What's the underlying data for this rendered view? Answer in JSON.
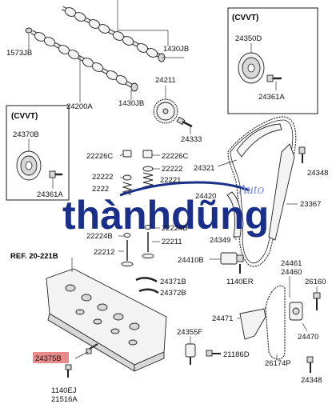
{
  "cvvt_labels": [
    "(CVVT)",
    "(CVVT)"
  ],
  "ref_label": "REF. 20-221B",
  "watermark": {
    "brand": "thànhdũng",
    "sub": "Auto"
  },
  "highlighted_part": "24375B",
  "part_numbers": {
    "p1430JB_top": "1430JB",
    "p1573JB": "1573JB",
    "p24200A": "24200A",
    "p1430JB_mid": "1430JB",
    "p24211": "24211",
    "p24333": "24333",
    "p24350D": "24350D",
    "p24361A_top": "24361A",
    "p24370B": "24370B",
    "p24361A_left": "24361A",
    "p22226C_l": "22226C",
    "p22226C_r": "22226C",
    "p22222_l": "22222",
    "p22222_r": "22222",
    "p22221": "22221",
    "p2222x": "2222",
    "p24420": "24420",
    "p24321": "24321",
    "p24348_top": "24348",
    "p23367": "23367",
    "p22224B_l": "22224B",
    "p22224B_r": "22224B",
    "p22211": "22211",
    "p22212": "22212",
    "p24349": "24349",
    "p24410B": "24410B",
    "p1140ER": "1140ER",
    "p24461": "24461",
    "p24460": "24460",
    "p26160": "26160",
    "p24371B": "24371B",
    "p24372B": "24372B",
    "p24471": "24471",
    "p24470": "24470",
    "p24355F": "24355F",
    "p21186D": "21186D",
    "p26174P": "26174P",
    "p24375B": "24375B",
    "p24348_bot": "24348",
    "p1140EJ": "1140EJ",
    "p21516A": "21516A"
  }
}
